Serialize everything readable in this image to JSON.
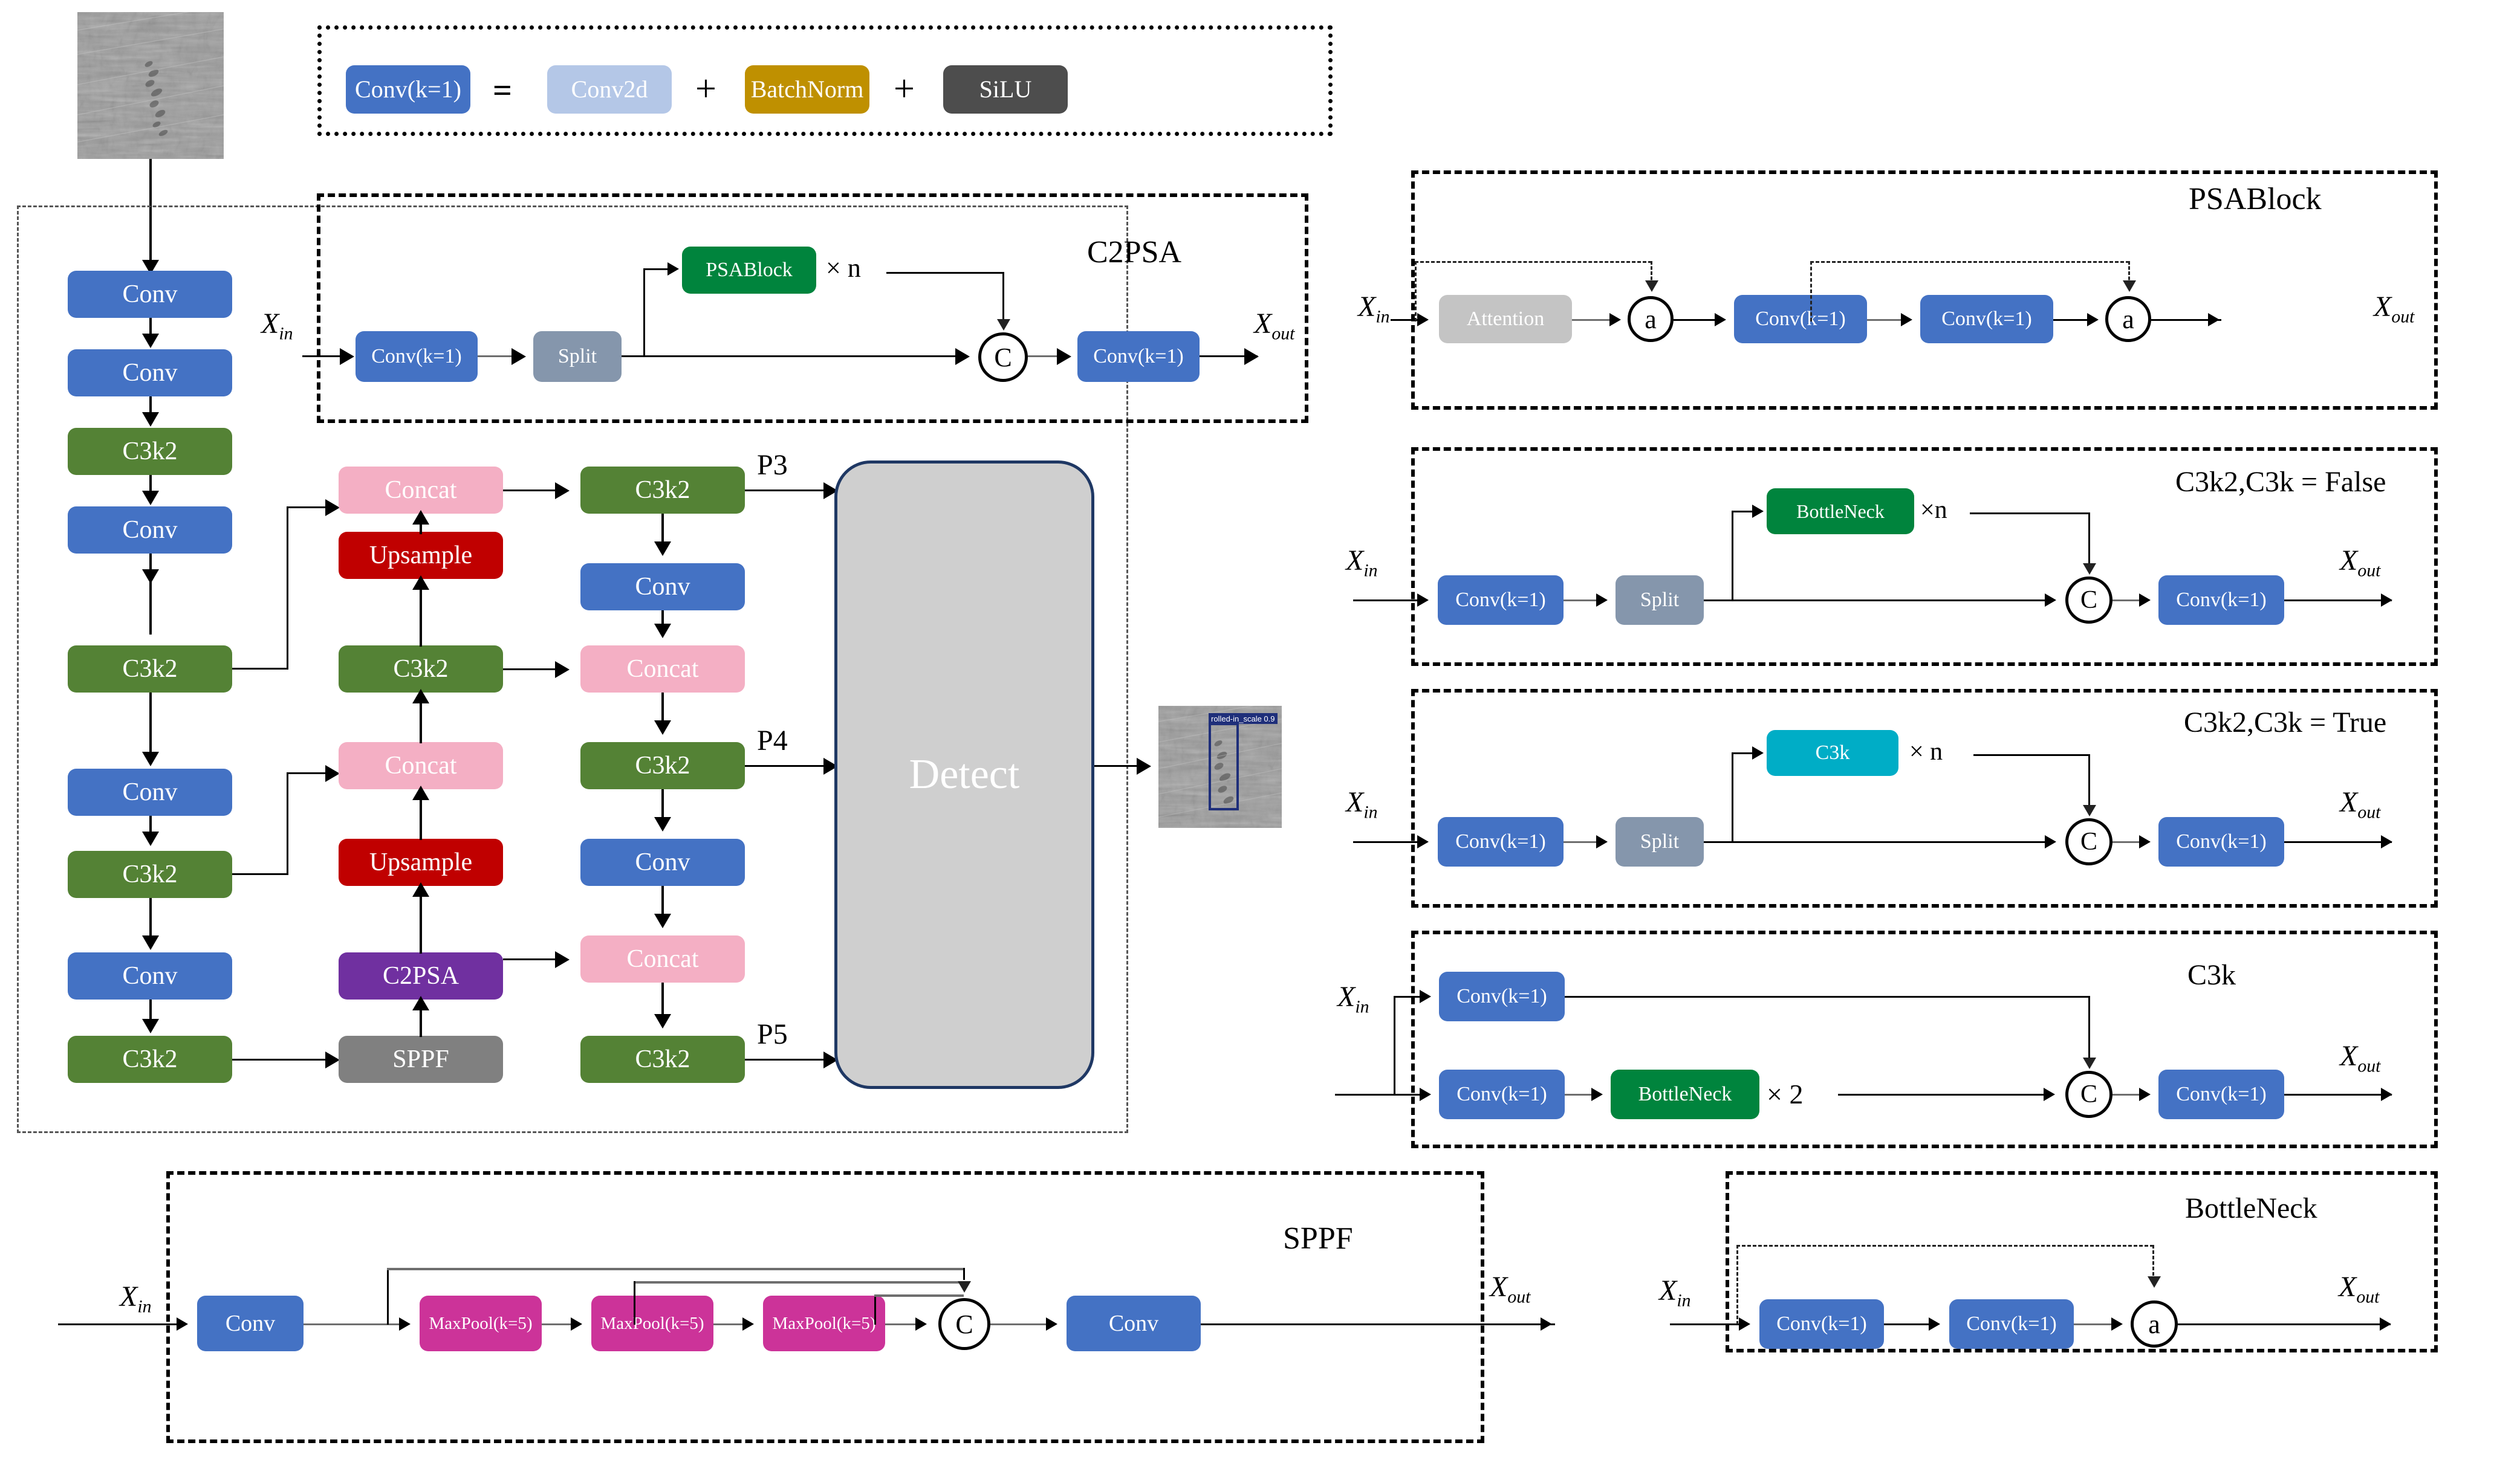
{
  "legend": {
    "items": [
      {
        "label": "Conv(k=1)",
        "style": "n-conv"
      },
      {
        "label": "=",
        "style": "op"
      },
      {
        "label": "Conv2d",
        "style": "n-conv2d"
      },
      {
        "label": "+",
        "style": "op"
      },
      {
        "label": "BatchNorm",
        "style": "n-batchnorm"
      },
      {
        "label": "+",
        "style": "op"
      },
      {
        "label": "SiLU",
        "style": "n-silu"
      }
    ]
  },
  "input_image": {
    "alt": "steel-surface-texture"
  },
  "output_image": {
    "alt": "steel-surface-detection",
    "detection_label": "rolled-in_scale 0.9"
  },
  "backbone": {
    "items": [
      {
        "label": "Conv"
      },
      {
        "label": "Conv"
      },
      {
        "label": "C3k2"
      },
      {
        "label": "Conv"
      },
      {
        "label": "C3k2"
      },
      {
        "label": "Conv"
      },
      {
        "label": "C3k2"
      },
      {
        "label": "Conv"
      },
      {
        "label": "C3k2"
      }
    ]
  },
  "neck_mid": {
    "items": [
      {
        "label": "Concat"
      },
      {
        "label": "Upsample"
      },
      {
        "label": "C3k2"
      },
      {
        "label": "Concat"
      },
      {
        "label": "Upsample"
      },
      {
        "label": "C2PSA"
      },
      {
        "label": "SPPF"
      }
    ]
  },
  "neck_right": {
    "items": [
      {
        "label": "C3k2"
      },
      {
        "label": "Conv"
      },
      {
        "label": "Concat"
      },
      {
        "label": "C3k2"
      },
      {
        "label": "Conv"
      },
      {
        "label": "Concat"
      },
      {
        "label": "C3k2"
      }
    ]
  },
  "pyramid_labels": {
    "p3": "P3",
    "p4": "P4",
    "p5": "P5"
  },
  "detect": {
    "label": "Detect"
  },
  "c2psa": {
    "title": "C2PSA",
    "x_in": "X",
    "x_in_sub": "in",
    "x_out": "X",
    "x_out_sub": "out",
    "conv1": "Conv(k=1)",
    "split": "Split",
    "psablock": "PSABlock",
    "multiplier": "× n",
    "concat_symbol": "C",
    "conv2": "Conv(k=1)"
  },
  "psablock": {
    "title": "PSABlock",
    "x_in": "X",
    "x_in_sub": "in",
    "x_out": "X",
    "x_out_sub": "out",
    "attention": "Attention",
    "add1": "a",
    "conv1": "Conv(k=1)",
    "conv2": "Conv(k=1)",
    "add2": "a"
  },
  "c3k2_false": {
    "title": "C3k2,C3k = False",
    "x_in": "X",
    "x_in_sub": "in",
    "x_out": "X",
    "x_out_sub": "out",
    "conv1": "Conv(k=1)",
    "split": "Split",
    "bottleneck": "BottleNeck",
    "multiplier": "×n",
    "concat_symbol": "C",
    "conv2": "Conv(k=1)"
  },
  "c3k2_true": {
    "title": "C3k2,C3k = True",
    "x_in": "X",
    "x_in_sub": "in",
    "x_out": "X",
    "x_out_sub": "out",
    "conv1": "Conv(k=1)",
    "split": "Split",
    "c3k": "C3k",
    "multiplier": "× n",
    "concat_symbol": "C",
    "conv2": "Conv(k=1)"
  },
  "c3k": {
    "title": "C3k",
    "x_in": "X",
    "x_in_sub": "in",
    "x_out": "X",
    "x_out_sub": "out",
    "conv_top": "Conv(k=1)",
    "conv_bottom": "Conv(k=1)",
    "bottleneck": "BottleNeck",
    "multiplier": "× 2",
    "concat_symbol": "C",
    "conv_out": "Conv(k=1)"
  },
  "sppf": {
    "title": "SPPF",
    "x_in": "X",
    "x_in_sub": "in",
    "x_out": "X",
    "x_out_sub": "out",
    "conv_in": "Conv",
    "maxpool1": "MaxPool(k=5)",
    "maxpool2": "MaxPool(k=5)",
    "maxpool3": "MaxPool(k=5)",
    "concat_symbol": "C",
    "conv_out": "Conv"
  },
  "bottleneck": {
    "title": "BottleNeck",
    "x_in": "X",
    "x_in_sub": "in",
    "x_out": "X",
    "x_out_sub": "out",
    "conv1": "Conv(k=1)",
    "conv2": "Conv(k=1)",
    "add": "a"
  },
  "colors": {
    "conv": "#4472c4",
    "c3k2": "#548235",
    "concat": "#f4afc4",
    "upsample": "#c00000",
    "c2psa": "#7030a0",
    "sppf": "#808080",
    "split": "#8596ac",
    "green": "#00843d",
    "attention": "#c4c4c4",
    "c3k": "#00adc6",
    "maxpool": "#cc3399",
    "conv2d": "#b4c7e7",
    "batchnorm": "#bf9000",
    "silu": "#4d4d4d",
    "detect_border": "#1f3864"
  }
}
